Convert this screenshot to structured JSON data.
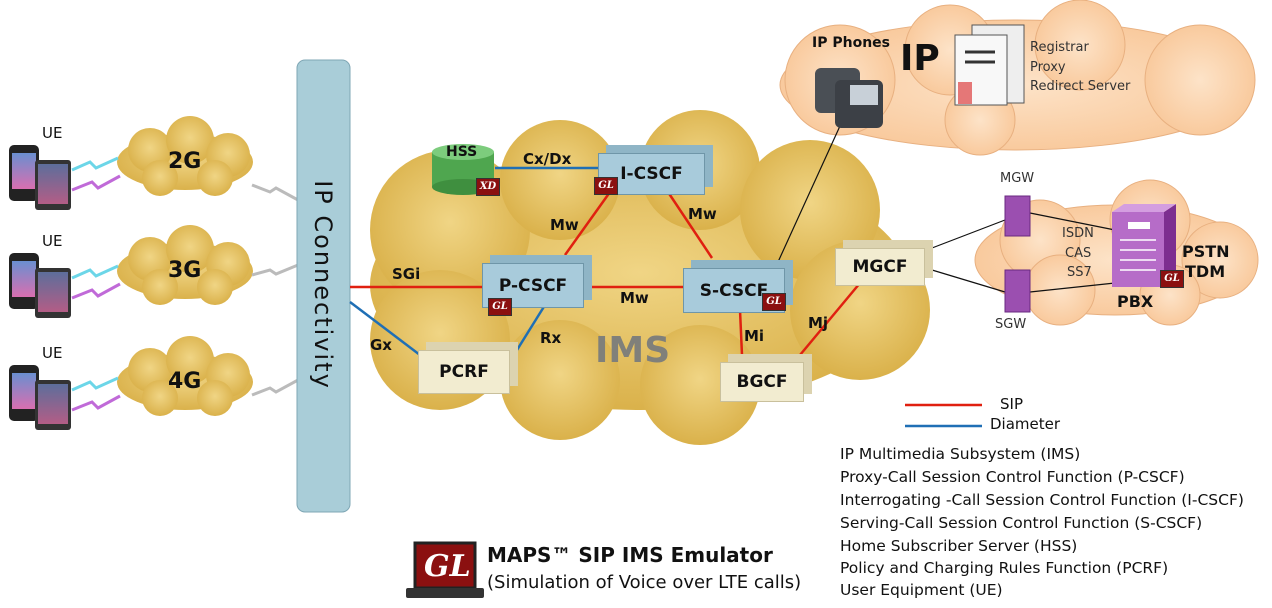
{
  "access": {
    "ue_label": "UE",
    "clouds": [
      "2G",
      "3G",
      "4G"
    ],
    "bar_label": "IP Connectivity"
  },
  "ims": {
    "title": "IMS",
    "nodes": {
      "hss": "HSS",
      "icscf": "I-CSCF",
      "pcscf": "P-CSCF",
      "scscf": "S-CSCF",
      "pcrf": "PCRF",
      "bgcf": "BGCF",
      "mgcf": "MGCF"
    },
    "interfaces": {
      "cxdx": "Cx/Dx",
      "mw1": "Mw",
      "mw2": "Mw",
      "mw3": "Mw",
      "sgi": "SGi",
      "gx": "Gx",
      "rx": "Rx",
      "mi": "Mi",
      "mj": "Mj"
    }
  },
  "ip_cloud": {
    "title": "IP",
    "phones": "IP Phones",
    "servers": [
      "Registrar",
      "Proxy",
      "Redirect Server"
    ]
  },
  "pstn": {
    "mgw": "MGW",
    "sgw": "SGW",
    "protocols": [
      "ISDN",
      "CAS",
      "SS7"
    ],
    "pbx": "PBX",
    "title": [
      "PSTN",
      "TDM"
    ]
  },
  "legend": {
    "sip": "SIP",
    "diameter": "Diameter",
    "sip_color": "#e02010",
    "diameter_color": "#1f6fb5"
  },
  "definitions": [
    "IP Multimedia Subsystem (IMS)",
    "Proxy-Call Session Control Function (P-CSCF)",
    "Interrogating -Call Session Control Function (I-CSCF)",
    "Serving-Call Session Control Function (S-CSCF)",
    "Home Subscriber Server (HSS)",
    "Policy and Charging Rules Function (PCRF)",
    "User Equipment (UE)"
  ],
  "product": {
    "logo": "GL",
    "name": "MAPS™ SIP IMS Emulator",
    "subtitle": "(Simulation of Voice over LTE calls)"
  }
}
